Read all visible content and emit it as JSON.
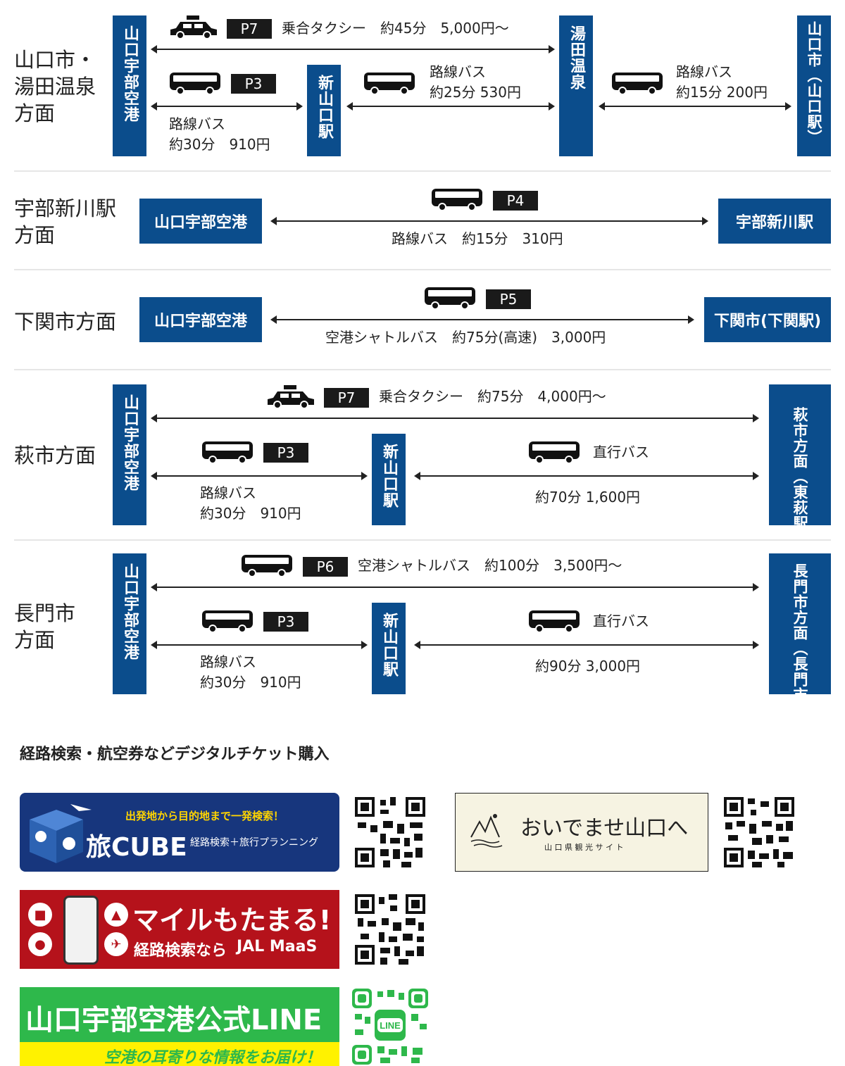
{
  "regions": {
    "yamaguchi": "山口市・\n湯田温泉\n方面",
    "ube": "宇部新川駅\n方面",
    "shimonoseki": "下関市方面",
    "hagi": "萩市方面",
    "nagato": "長門市\n方面"
  },
  "stations": {
    "airport": "山口宇部空港",
    "shinyamaguchi": "新山口駅",
    "yuda": "湯田温泉",
    "yamaguchi_city": "山口市（山口駅）",
    "ube_shinkawa": "宇部新川駅",
    "shimonoseki": "下関市(下関駅)",
    "hagi": "萩市方面（東萩駅）",
    "nagato": "長門市方面（長門市駅）"
  },
  "routes": {
    "yamaguchi": {
      "taxi_badge": "P7",
      "taxi_text": "乗合タクシー　約45分　5,000円～",
      "bus_badge": "P3",
      "bus_text": "路線バス\n約30分　910円",
      "seg2_text": "路線バス\n約25分 530円",
      "seg3_text": "路線バス\n約15分 200円"
    },
    "ube": {
      "badge": "P4",
      "text": "路線バス　約15分　310円"
    },
    "shimonoseki": {
      "badge": "P5",
      "text": "空港シャトルバス　約75分(高速)　3,000円"
    },
    "hagi": {
      "taxi_badge": "P7",
      "taxi_text": "乗合タクシー　約75分　4,000円～",
      "bus_badge": "P3",
      "bus_text": "路線バス\n約30分　910円",
      "exp_label": "直行バス",
      "exp_text": "約70分 1,600円"
    },
    "nagato": {
      "shuttle_badge": "P6",
      "shuttle_text": "空港シャトルバス　約100分　3,500円～",
      "bus_badge": "P3",
      "bus_text": "路線バス\n約30分　910円",
      "exp_label": "直行バス",
      "exp_text": "約90分 3,000円"
    }
  },
  "section": {
    "heading": "経路検索・航空券などデジタルチケット購入"
  },
  "banners": {
    "tabicube": {
      "top": "出発地から目的地まで一発検索！",
      "brand": "旅CUBE",
      "sub": "経路検索＋旅行プランニング"
    },
    "oidemase": {
      "main": "おいでませ山口へ",
      "sub": "山 口 県 観 光 サ イ ト"
    },
    "jalmaas": {
      "main": "マイルもたまる!",
      "sub": "経路検索なら",
      "brand": "JAL MaaS"
    },
    "line": {
      "main": "山口宇部空港公式LINE",
      "sub": "空港の耳寄りな情報をお届け！",
      "qr_label": "LINE"
    }
  },
  "colors": {
    "station_blue": "#0b4d8c",
    "badge_black": "#1a1a1a",
    "line_green": "#2eb84b",
    "line_yellow": "#fff200",
    "jal_red": "#b5121b",
    "tabicube_blue": "#17367d"
  }
}
